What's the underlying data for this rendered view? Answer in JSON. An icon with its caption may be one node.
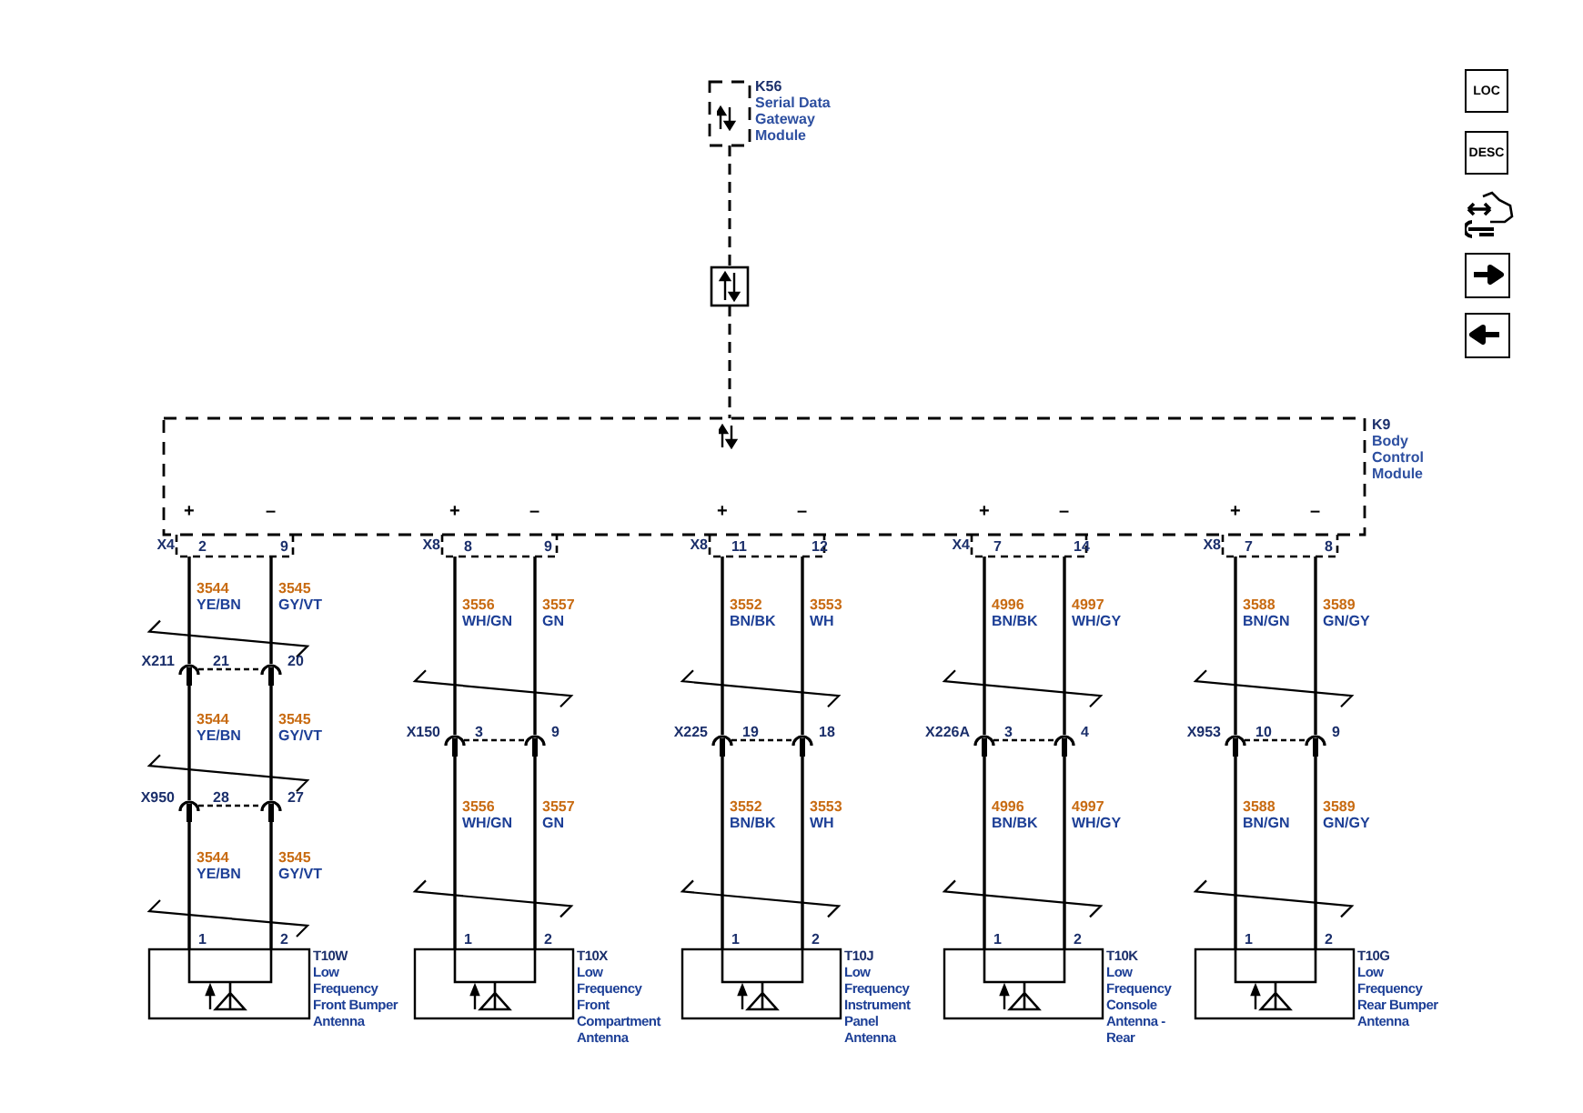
{
  "diagram": {
    "nodes": [
      {
        "text": [
          "K56",
          "Serial Data Gateway Module"
        ]
      },
      {
        "text": [],
        "shape": "box"
      },
      {
        "text": [
          "K9",
          "Body Control Module"
        ]
      },
      {
        "text": [
          "X4"
        ]
      },
      {
        "text": [
          "X8"
        ]
      },
      {
        "text": [
          "X8"
        ]
      },
      {
        "text": [
          "X4"
        ]
      },
      {
        "text": [
          "X8"
        ]
      },
      {
        "text": [
          "X211"
        ]
      },
      {
        "text": [
          "X150"
        ]
      },
      {
        "text": [
          "X225"
        ]
      },
      {
        "text": [
          "X226A"
        ]
      },
      {
        "text": [
          "X953"
        ]
      },
      {
        "text": [
          "X950"
        ]
      },
      {
        "text": [
          "T10W",
          "Low Frequency Front Bumper Antenna"
        ]
      },
      {
        "text": [
          "T10X",
          "Low Frequency Front Compartment Antenna"
        ]
      },
      {
        "text": [
          "T10J",
          "Low Frequency Instrument Panel Antenna"
        ]
      },
      {
        "text": [
          "T10K",
          "Low Frequency Console Antenna - Rear"
        ]
      },
      {
        "text": [
          "T10G",
          "Low Frequency Rear Bumper Antenna"
        ]
      }
    ],
    "edges": [
      {
        "from": 0,
        "to": 1,
        "arrow": "none",
        "style": "dashed"
      },
      {
        "from": 1,
        "to": 2,
        "arrow": "none",
        "style": "dashed"
      },
      {
        "from": 3,
        "to": 8,
        "arrow": "none",
        "label": "3544 YE/BN"
      },
      {
        "from": 3,
        "to": 8,
        "arrow": "none",
        "label": "3545 GY/VT"
      },
      {
        "from": 8,
        "to": 13,
        "arrow": "none",
        "label": "3544 YE/BN"
      },
      {
        "from": 8,
        "to": 13,
        "arrow": "none",
        "label": "3545 GY/VT"
      },
      {
        "from": 13,
        "to": 14,
        "arrow": "none",
        "label": "3544 YE/BN"
      },
      {
        "from": 13,
        "to": 14,
        "arrow": "none",
        "label": "3545 GY/VT"
      },
      {
        "from": 4,
        "to": 9,
        "arrow": "none",
        "label": "3556 WH/GN"
      },
      {
        "from": 4,
        "to": 9,
        "arrow": "none",
        "label": "3557 GN"
      },
      {
        "from": 9,
        "to": 15,
        "arrow": "none",
        "label": "3556 WH/GN"
      },
      {
        "from": 9,
        "to": 15,
        "arrow": "none",
        "label": "3557 GN"
      },
      {
        "from": 5,
        "to": 10,
        "arrow": "none",
        "label": "3552 BN/BK"
      },
      {
        "from": 5,
        "to": 10,
        "arrow": "none",
        "label": "3553 WH"
      },
      {
        "from": 10,
        "to": 16,
        "arrow": "none",
        "label": "3552 BN/BK"
      },
      {
        "from": 10,
        "to": 16,
        "arrow": "none",
        "label": "3553 WH"
      },
      {
        "from": 6,
        "to": 11,
        "arrow": "none",
        "label": "4996 BN/BK"
      },
      {
        "from": 6,
        "to": 11,
        "arrow": "none",
        "label": "4997 WH/GY"
      },
      {
        "from": 11,
        "to": 17,
        "arrow": "none",
        "label": "4996 BN/BK"
      },
      {
        "from": 11,
        "to": 17,
        "arrow": "none",
        "label": "4997 WH/GY"
      },
      {
        "from": 7,
        "to": 12,
        "arrow": "none",
        "label": "3588 BN/GN"
      },
      {
        "from": 7,
        "to": 12,
        "arrow": "none",
        "label": "3589 GN/GY"
      },
      {
        "from": 12,
        "to": 18,
        "arrow": "none",
        "label": "3588 BN/GN"
      },
      {
        "from": 12,
        "to": 18,
        "arrow": "none",
        "label": "3589 GN/GY"
      }
    ],
    "labels": [
      "LOC",
      "DESC",
      "+",
      "–",
      "+",
      "–",
      "+",
      "–",
      "+",
      "–",
      "+",
      "–",
      "2",
      "9",
      "8",
      "9",
      "11",
      "12",
      "7",
      "14",
      "7",
      "8",
      "21",
      "20",
      "3",
      "9",
      "19",
      "18",
      "3",
      "4",
      "10",
      "9",
      "28",
      "27",
      "1",
      "2",
      "1",
      "2",
      "1",
      "2",
      "1",
      "2",
      "1",
      "2"
    ]
  }
}
